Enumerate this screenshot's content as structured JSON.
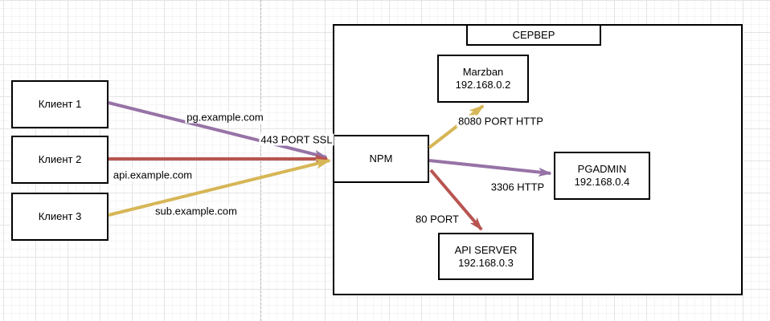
{
  "diagram": {
    "nodes": {
      "client1": {
        "label": "Клиент 1"
      },
      "client2": {
        "label": "Клиент 2"
      },
      "client3": {
        "label": "Клиент 3"
      },
      "server_group": {
        "title": "СЕРВЕР"
      },
      "npm": {
        "label": "NPM"
      },
      "marzban": {
        "label": "Marzban",
        "ip": "192.168.0.2"
      },
      "pgadmin": {
        "label": "PGADMIN",
        "ip": "192.168.0.4"
      },
      "api_server": {
        "label": "API SERVER",
        "ip": "192.168.0.3"
      }
    },
    "edge_labels": {
      "pg_domain": "pg.example.com",
      "api_domain": "api.example.com",
      "sub_domain": "sub.example.com",
      "ssl_port": "443 PORT SSL",
      "marzban_port": "8080 PORT HTTP",
      "pgadmin_port": "3306 HTTP",
      "api_port": "80 PORT"
    },
    "colors": {
      "purple": "#9673a6",
      "red": "#b85450",
      "yellow": "#d6b656"
    }
  }
}
